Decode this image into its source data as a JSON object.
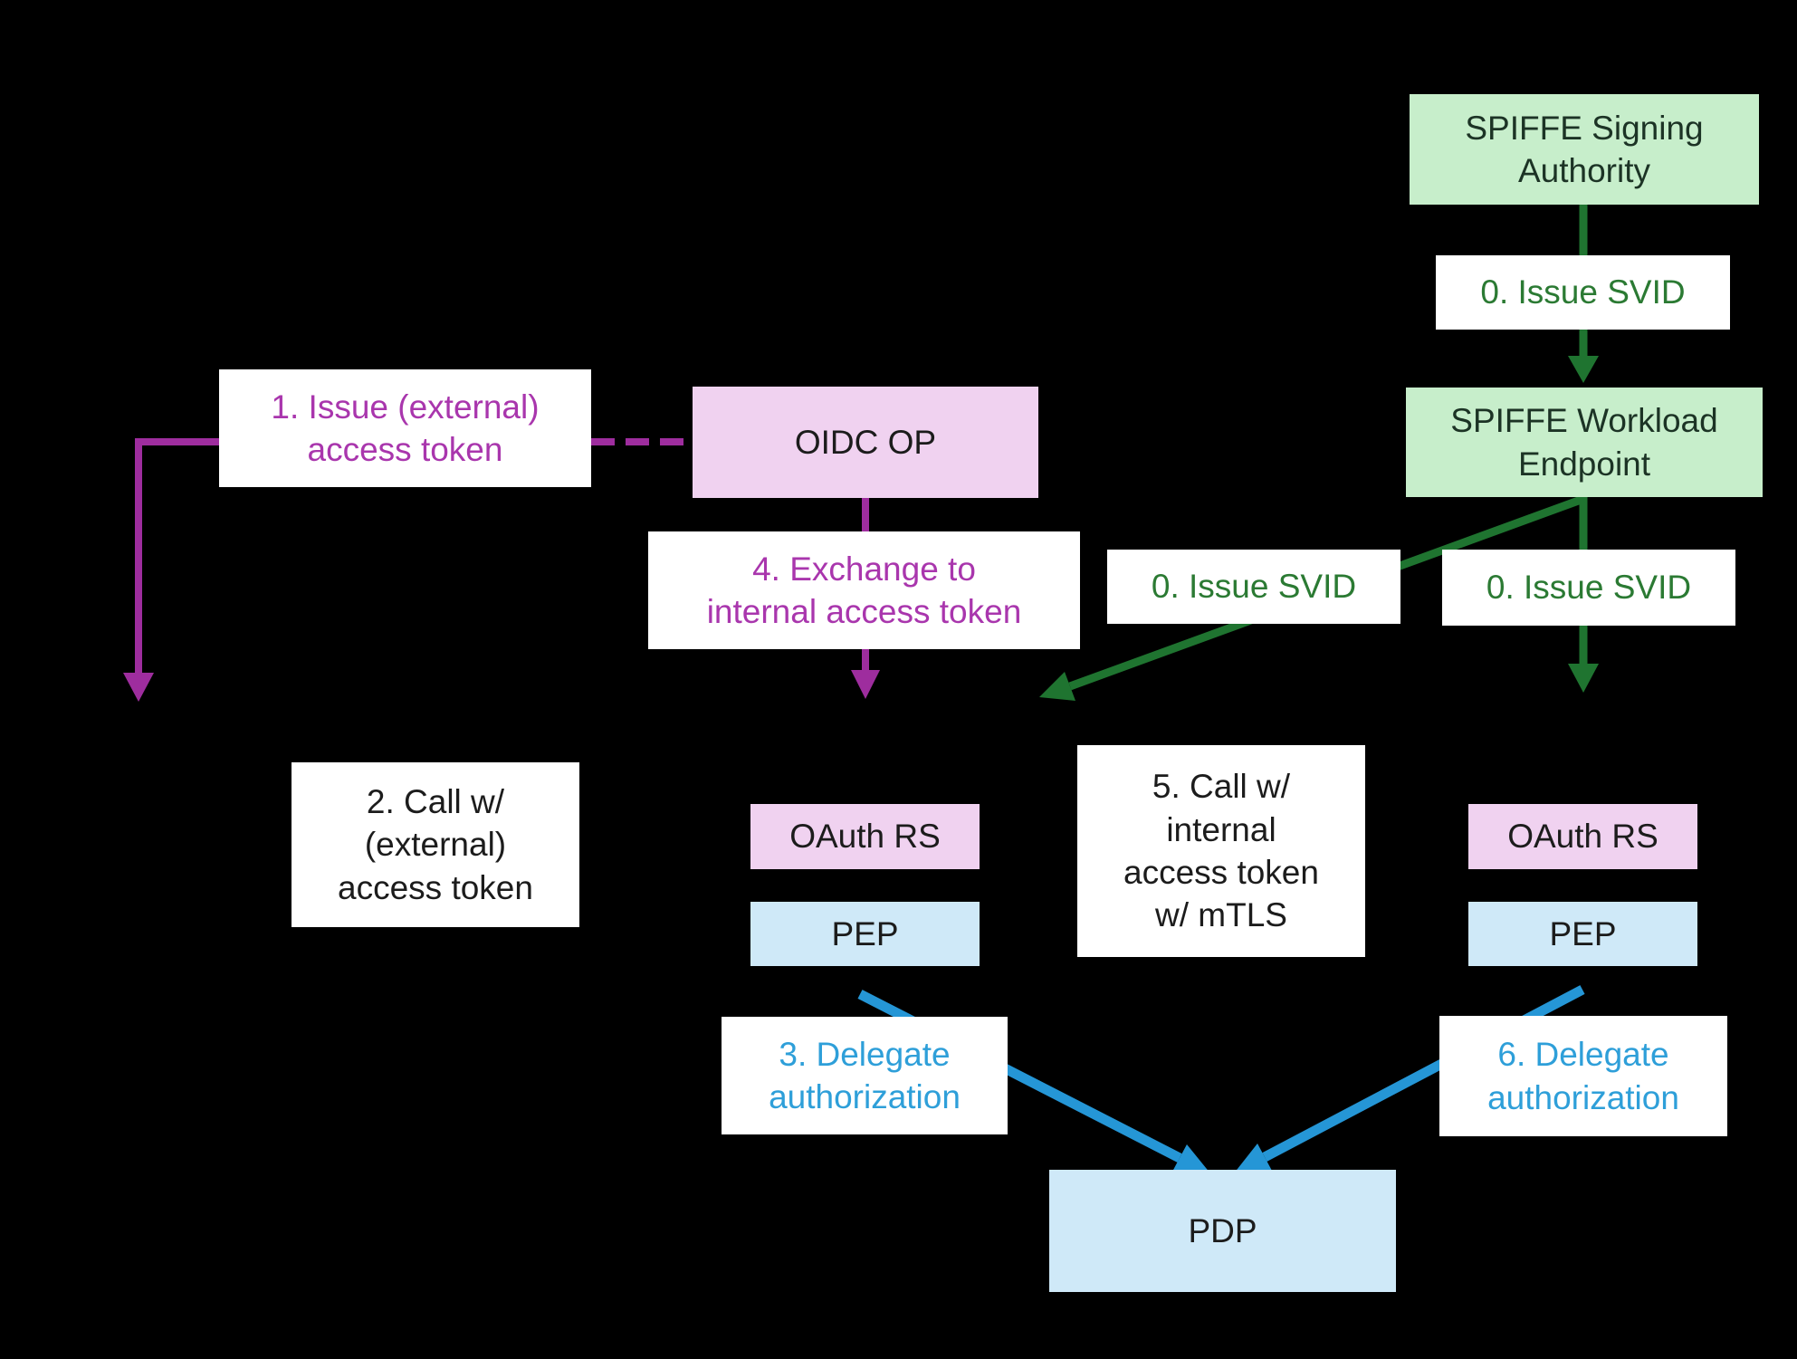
{
  "diagram": {
    "nodes": {
      "spiffe_signing_authority": {
        "label": "SPIFFE Signing\nAuthority"
      },
      "spiffe_workload_endpoint": {
        "label": "SPIFFE Workload\nEndpoint"
      },
      "oidc_op": {
        "label": "OIDC OP"
      },
      "oauth_rs_mid": {
        "label": "OAuth RS"
      },
      "pep_mid": {
        "label": "PEP"
      },
      "oauth_rs_right": {
        "label": "OAuth RS"
      },
      "pep_right": {
        "label": "PEP"
      },
      "pdp": {
        "label": "PDP"
      }
    },
    "edges": {
      "issue_svid_top": {
        "label": "0. Issue SVID"
      },
      "issue_svid_left": {
        "label": "0. Issue SVID"
      },
      "issue_svid_right": {
        "label": "0. Issue SVID"
      },
      "issue_external_token": {
        "label": "1. Issue (external)\naccess token"
      },
      "call_external_token": {
        "label": "2. Call w/\n(external)\naccess token"
      },
      "delegate_authorization_3": {
        "label": "3. Delegate\nauthorization"
      },
      "exchange_internal_token": {
        "label": "4. Exchange to\ninternal access token"
      },
      "call_internal_token": {
        "label": "5. Call w/\ninternal\naccess token\nw/ mTLS"
      },
      "delegate_authorization_6": {
        "label": "6. Delegate\nauthorization"
      }
    },
    "colors": {
      "background": "#000000",
      "green_fill": "#c7eecb",
      "pink_fill": "#f0d2f0",
      "light_blue_fill": "#cfe9f8",
      "white_fill": "#ffffff",
      "green_arrow": "#1f7430",
      "green_text": "#2b7a33",
      "magenta_arrow": "#9e2d9e",
      "magenta_text": "#a936ad",
      "blue_arrow": "#2596d6",
      "blue_text": "#2e9fd9",
      "black_text": "#1c1c1c"
    }
  }
}
